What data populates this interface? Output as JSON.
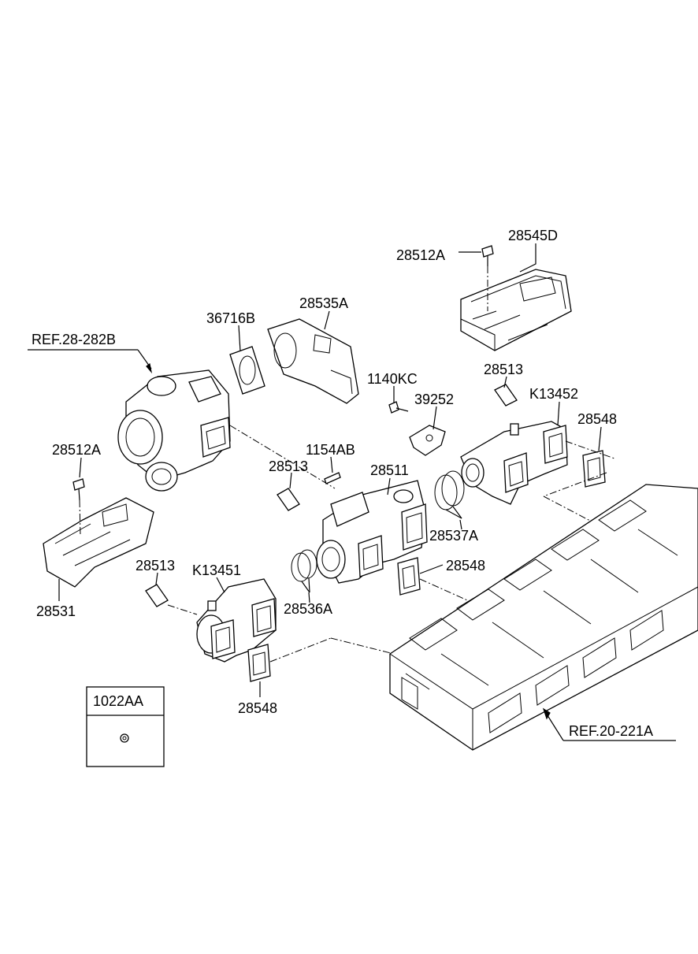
{
  "labels": {
    "ref_28_282b": "REF.28-282B",
    "ref_20_221a": "REF.20-221A",
    "p36716b": "36716B",
    "p28535a": "28535A",
    "p28512a_top": "28512A",
    "p28545d": "28545D",
    "p1140kc": "1140KC",
    "p39252": "39252",
    "p28513_upper": "28513",
    "pk13452": "K13452",
    "p28548_right": "28548",
    "p28512a_left": "28512A",
    "p1154ab": "1154AB",
    "p28513_mid": "28513",
    "p28511": "28511",
    "p28537a": "28537A",
    "p28548_mid": "28548",
    "p28513_lower": "28513",
    "pk13451": "K13451",
    "p28531": "28531",
    "p28536a": "28536A",
    "p28548_low": "28548",
    "p1022aa": "1022AA"
  }
}
